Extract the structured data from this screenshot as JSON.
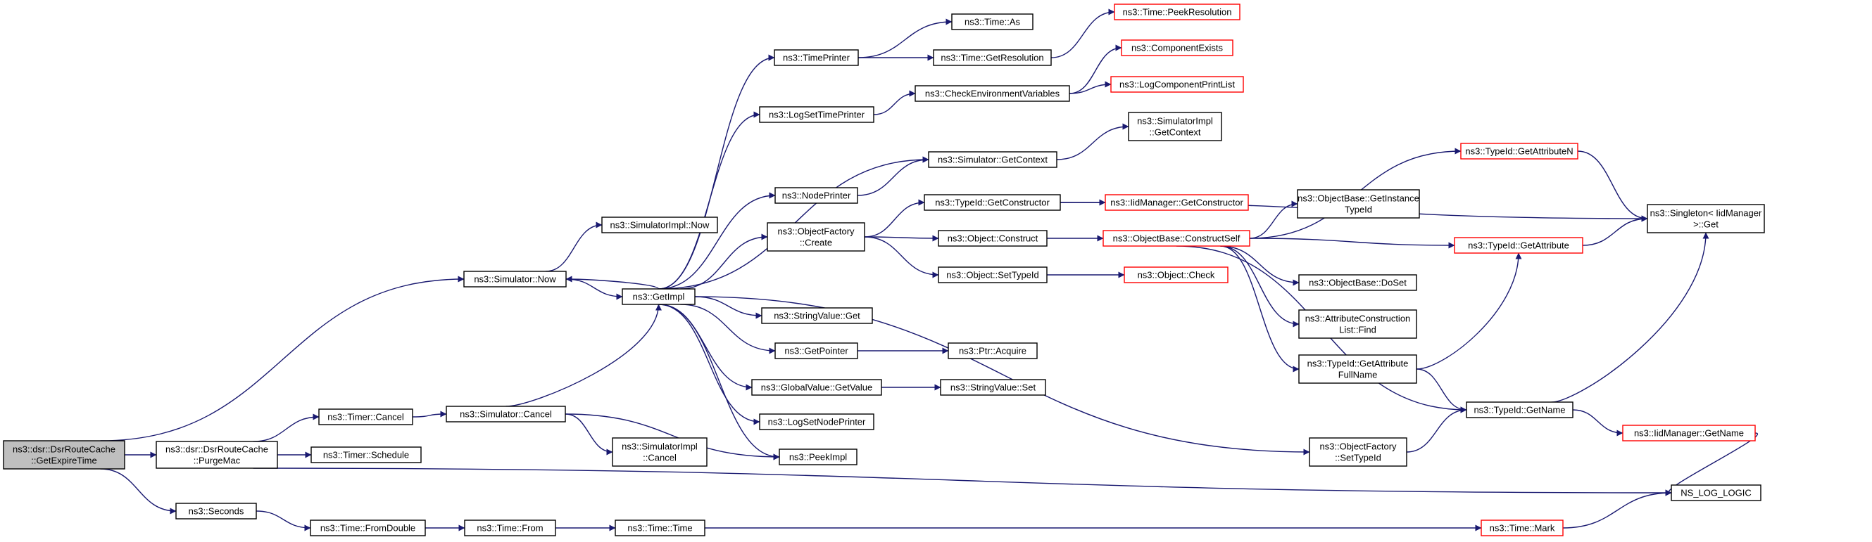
{
  "colors": {
    "edge": "#191970",
    "node_border": "#000000",
    "node_border_truncated": "#ff0000",
    "node_fill": "#ffffff",
    "root_fill": "#bfbfbf"
  },
  "nodes": {
    "root": [
      "ns3::dsr::DsrRouteCache",
      "::GetExpireTime"
    ],
    "purgeMac": [
      "ns3::dsr::DsrRouteCache",
      "::PurgeMac"
    ],
    "seconds": [
      "ns3::Seconds"
    ],
    "timerCancel": [
      "ns3::Timer::Cancel"
    ],
    "timerSchedule": [
      "ns3::Timer::Schedule"
    ],
    "simCancel": [
      "ns3::Simulator::Cancel"
    ],
    "simNow": [
      "ns3::Simulator::Now"
    ],
    "simImplCancel": [
      "ns3::SimulatorImpl",
      "::Cancel"
    ],
    "simImplNow": [
      "ns3::SimulatorImpl::Now"
    ],
    "getImpl": [
      "ns3::GetImpl"
    ],
    "peekImpl": [
      "ns3::PeekImpl"
    ],
    "timePrinter": [
      "ns3::TimePrinter"
    ],
    "logSetTimePrinter": [
      "ns3::LogSetTimePrinter"
    ],
    "nodePrinter": [
      "ns3::NodePrinter"
    ],
    "objFactoryCreate": [
      "ns3::ObjectFactory",
      "::Create"
    ],
    "stringValueGet": [
      "ns3::StringValue::Get"
    ],
    "getPointer": [
      "ns3::GetPointer"
    ],
    "globalValueGetValue": [
      "ns3::GlobalValue::GetValue"
    ],
    "logSetNodePrinter": [
      "ns3::LogSetNodePrinter"
    ],
    "timeAs": [
      "ns3::Time::As"
    ],
    "timeGetResolution": [
      "ns3::Time::GetResolution"
    ],
    "checkEnvVars": [
      "ns3::CheckEnvironmentVariables"
    ],
    "simGetContext": [
      "ns3::Simulator::GetContext"
    ],
    "typeIdGetConstructor": [
      "ns3::TypeId::GetConstructor"
    ],
    "objectConstruct": [
      "ns3::Object::Construct"
    ],
    "objectSetTypeId": [
      "ns3::Object::SetTypeId"
    ],
    "ptrAcquire": [
      "ns3::Ptr::Acquire"
    ],
    "stringValueSet": [
      "ns3::StringValue::Set"
    ],
    "timePeekResolution": [
      "ns3::Time::PeekResolution"
    ],
    "componentExists": [
      "ns3::ComponentExists"
    ],
    "logComponentPrintList": [
      "ns3::LogComponentPrintList"
    ],
    "simImplGetContext": [
      "ns3::SimulatorImpl",
      "::GetContext"
    ],
    "iidGetConstructor": [
      "ns3::IidManager::GetConstructor"
    ],
    "objBaseConstructSelf": [
      "ns3::ObjectBase::ConstructSelf"
    ],
    "objectCheck": [
      "ns3::Object::Check"
    ],
    "objFactorySetTypeId": [
      "ns3::ObjectFactory",
      "::SetTypeId"
    ],
    "objBaseGetInstanceTypeId": [
      "ns3::ObjectBase::GetInstance",
      "TypeId"
    ],
    "objBaseDoSet": [
      "ns3::ObjectBase::DoSet"
    ],
    "attrConstructionListFind": [
      "ns3::AttributeConstruction",
      "List::Find"
    ],
    "typeIdGetAttributeFullName": [
      "ns3::TypeId::GetAttribute",
      "FullName"
    ],
    "typeIdGetAttributeN": [
      "ns3::TypeId::GetAttributeN"
    ],
    "typeIdGetAttribute": [
      "ns3::TypeId::GetAttribute"
    ],
    "typeIdGetName": [
      "ns3::TypeId::GetName"
    ],
    "singletonGet": [
      "ns3::Singleton< IidManager",
      ">::Get"
    ],
    "iidGetName": [
      "ns3::IidManager::GetName"
    ],
    "nsLogLogic": [
      "NS_LOG_LOGIC"
    ],
    "timeFromDouble": [
      "ns3::Time::FromDouble"
    ],
    "timeFrom": [
      "ns3::Time::From"
    ],
    "timeTime": [
      "ns3::Time::Time"
    ],
    "timeMark": [
      "ns3::Time::Mark"
    ]
  }
}
